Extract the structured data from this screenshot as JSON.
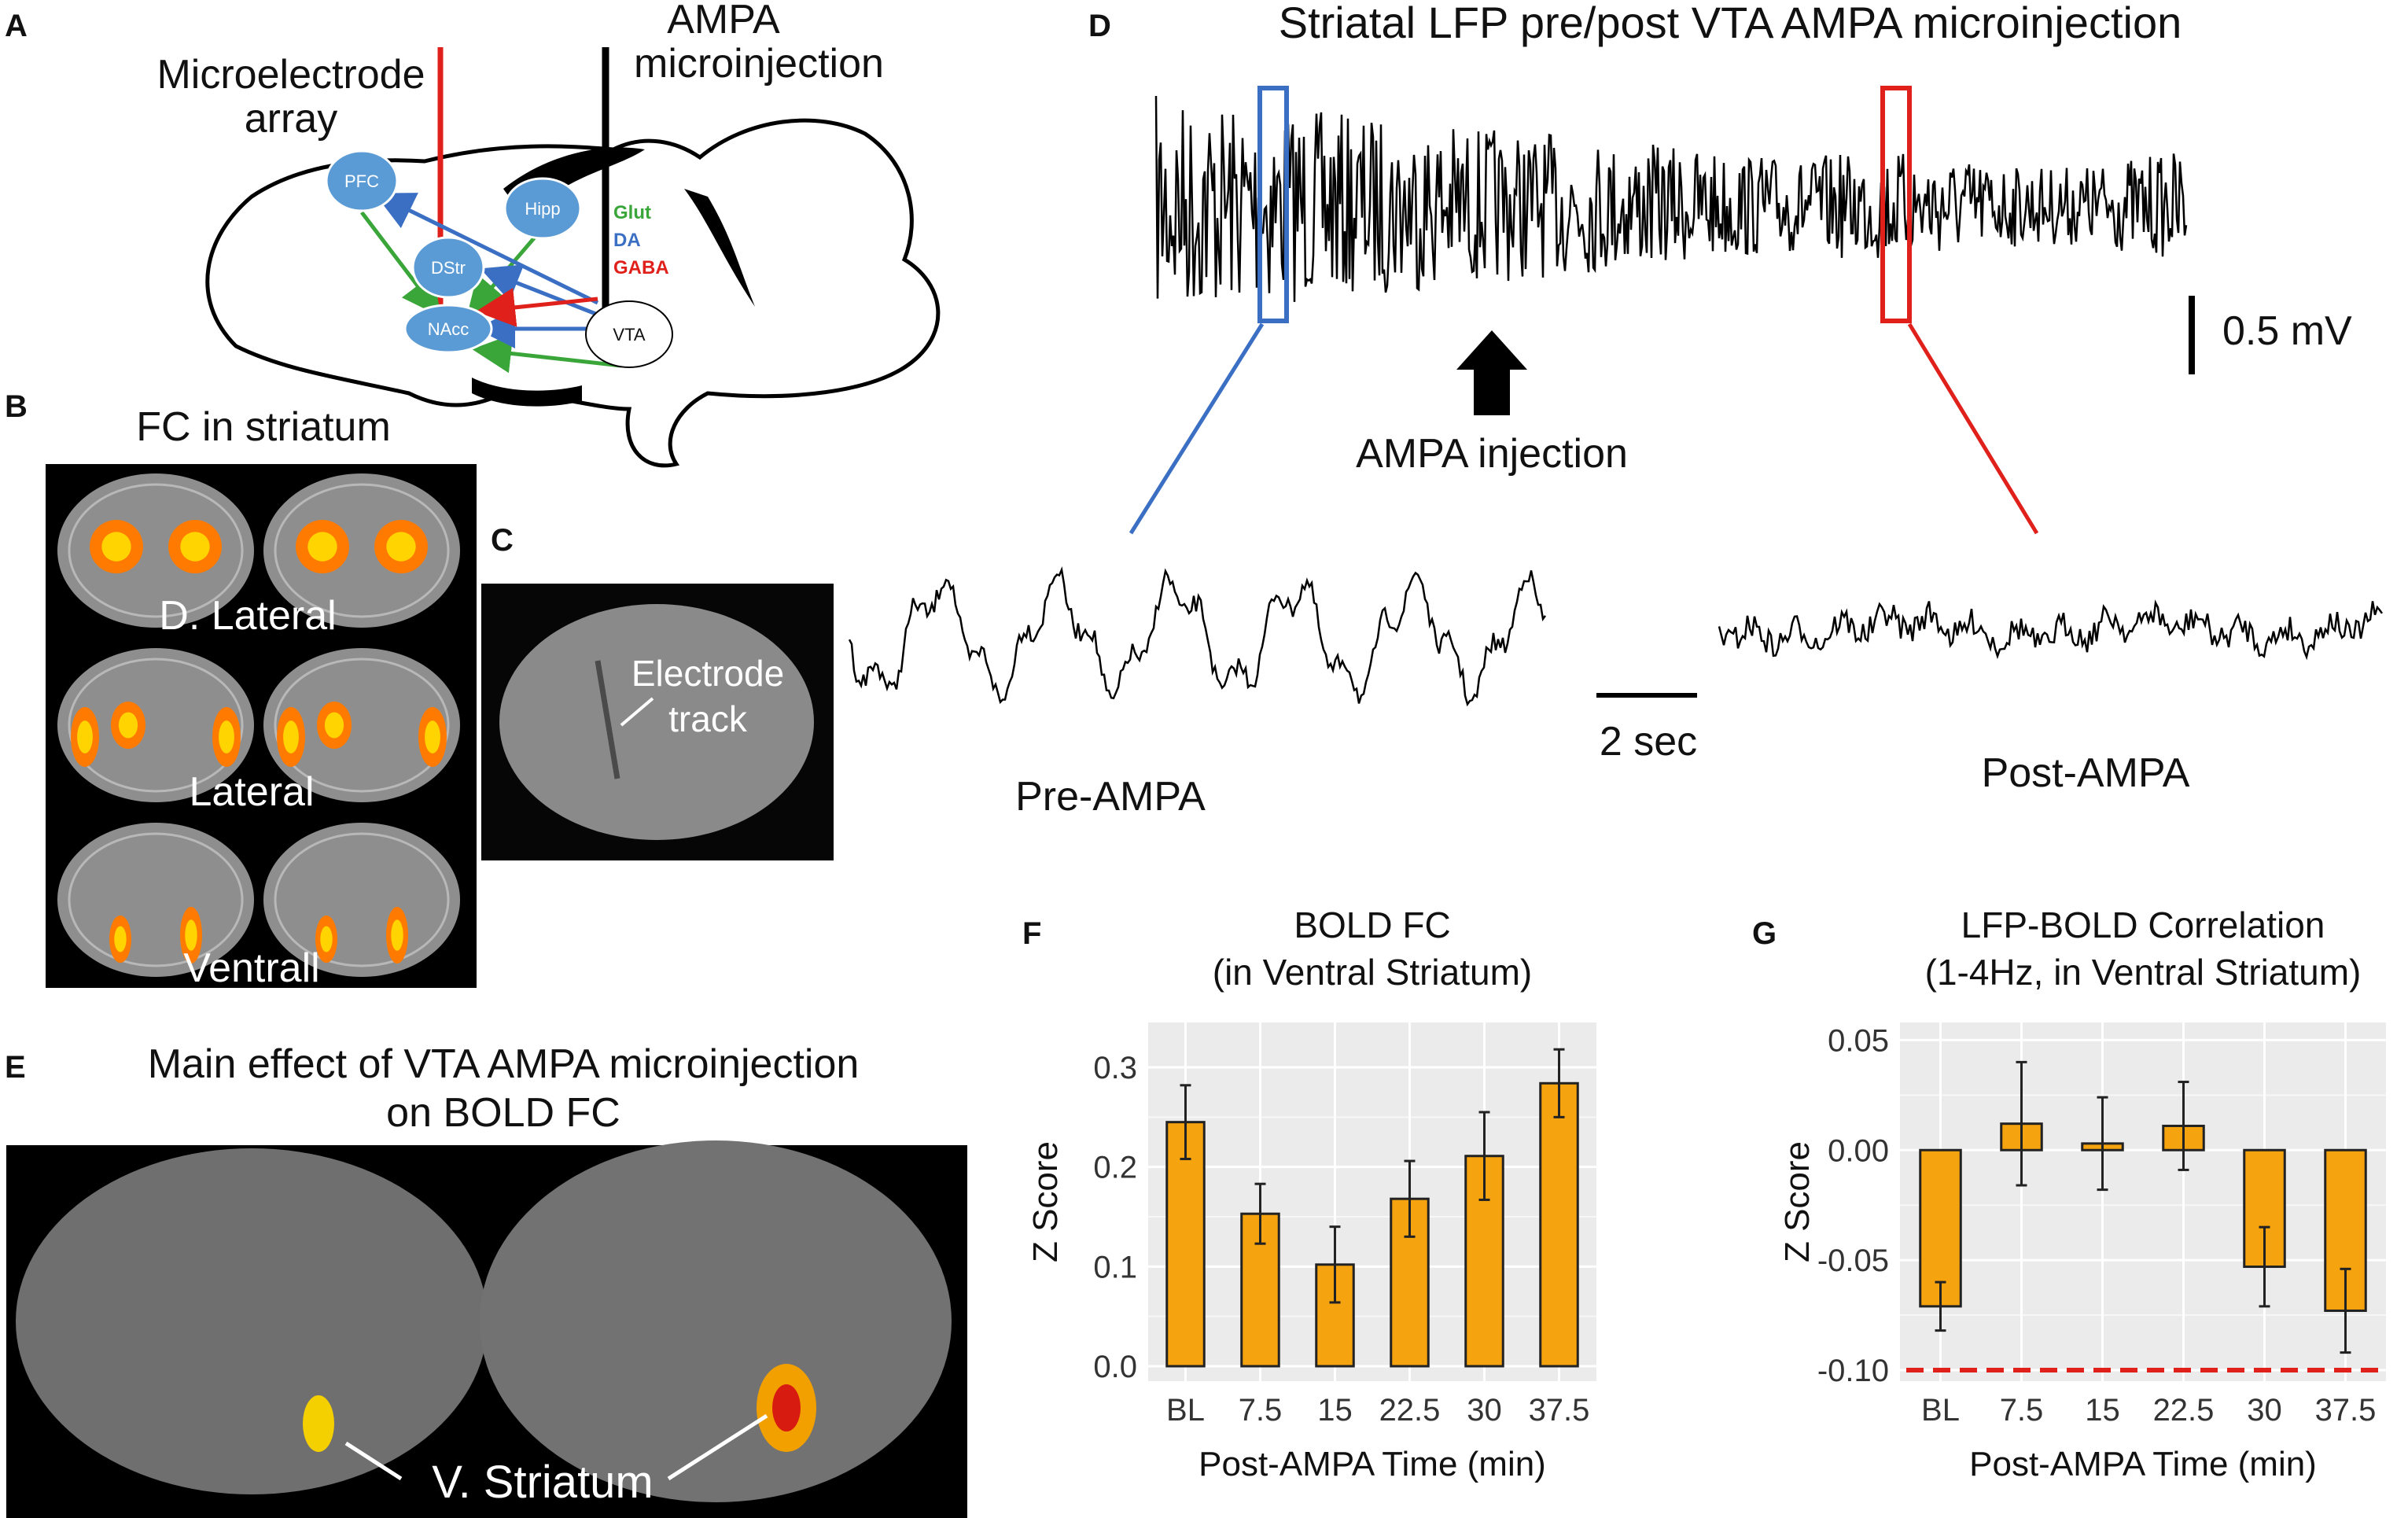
{
  "panels": {
    "A": {
      "label": "A",
      "electrode_label_line1": "Microelectrode",
      "electrode_label_line2": "array",
      "injection_label_line1": "AMPA",
      "injection_label_line2": "microinjection",
      "nodes": {
        "pfc": "PFC",
        "hipp": "Hipp",
        "dstr": "DStr",
        "nacc": "NAcc",
        "vta": "VTA"
      },
      "legend": {
        "glut": {
          "text": "Glut",
          "color": "#3aa63a"
        },
        "da": {
          "text": "DA",
          "color": "#3a6fc4"
        },
        "gaba": {
          "text": "GABA",
          "color": "#e0201b"
        }
      }
    },
    "B": {
      "label": "B",
      "title": "FC in striatum",
      "regions": [
        "D. Lateral",
        "Lateral",
        "Ventrall"
      ]
    },
    "C": {
      "label": "C",
      "annotation_line1": "Electrode",
      "annotation_line2": "track"
    },
    "D": {
      "label": "D",
      "title": "Striatal LFP pre/post VTA AMPA microinjection",
      "scale_voltage": "0.5 mV",
      "scale_time": "2 sec",
      "arrow_label": "AMPA injection",
      "pre_label": "Pre-AMPA",
      "post_label": "Post-AMPA",
      "pre_box_color": "#3a6fc4",
      "post_box_color": "#e0201b"
    },
    "E": {
      "label": "E",
      "title_line1": "Main effect of VTA AMPA microinjection",
      "title_line2": "on BOLD FC",
      "annotation": "V. Striatum"
    },
    "F": {
      "label": "F"
    },
    "G": {
      "label": "G"
    }
  },
  "chart_data": [
    {
      "panel": "F",
      "type": "bar",
      "title": "BOLD FC",
      "subtitle": "(in Ventral Striatum)",
      "xlabel": "Post-AMPA Time (min)",
      "ylabel": "Z Score",
      "categories": [
        "BL",
        "7.5",
        "15",
        "22.5",
        "30",
        "37.5"
      ],
      "values": [
        0.245,
        0.153,
        0.102,
        0.168,
        0.211,
        0.284
      ],
      "error": [
        0.037,
        0.03,
        0.038,
        0.038,
        0.044,
        0.034
      ],
      "ylim": [
        -0.015,
        0.345
      ],
      "yticks": [
        0.0,
        0.1,
        0.2,
        0.3
      ],
      "ytick_labels": [
        "0.0",
        "0.1",
        "0.2",
        "0.3"
      ],
      "bar_color": "#f5a30e",
      "grid": true
    },
    {
      "panel": "G",
      "type": "bar",
      "title": "LFP-BOLD Correlation",
      "subtitle": "(1-4Hz, in Ventral Striatum)",
      "xlabel": "Post-AMPA Time (min)",
      "ylabel": "Z Score",
      "categories": [
        "BL",
        "7.5",
        "15",
        "22.5",
        "30",
        "37.5"
      ],
      "values": [
        -0.071,
        0.012,
        0.003,
        0.011,
        -0.053,
        -0.073
      ],
      "error": [
        0.011,
        0.028,
        0.021,
        0.02,
        0.018,
        0.019
      ],
      "ylim": [
        -0.105,
        0.058
      ],
      "yticks": [
        -0.1,
        -0.05,
        0.0,
        0.05
      ],
      "ytick_labels": [
        "-0.10",
        "-0.05",
        "0.00",
        "0.05"
      ],
      "reference_line": {
        "y": -0.1,
        "color": "#e0201b",
        "style": "dashed"
      },
      "bar_color": "#f5a30e",
      "grid": true
    }
  ]
}
